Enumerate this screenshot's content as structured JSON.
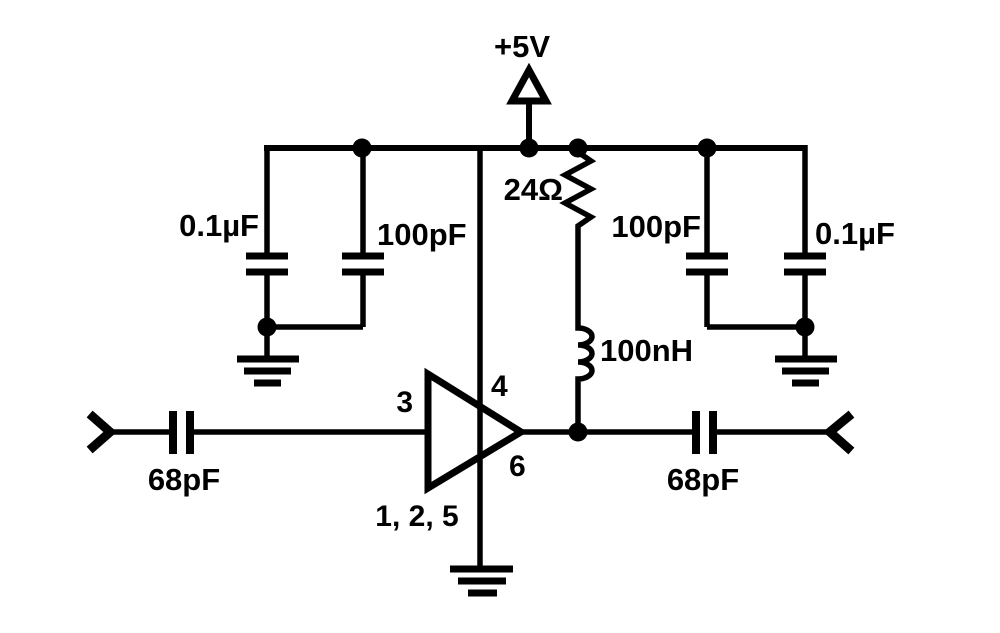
{
  "schematic": {
    "kind": "rf-amplifier-circuit",
    "colors": {
      "ink": "#000000",
      "background": "#ffffff"
    },
    "supply": {
      "label": "+5V"
    },
    "components": {
      "left_bypass_cap": "0.1µF",
      "left_rf_cap": "100pF",
      "series_resistor": "24Ω",
      "rf_choke": "100nH",
      "right_rf_cap": "100pF",
      "right_bypass_cap": "0.1µF",
      "input_coupling_cap": "68pF",
      "output_coupling_cap": "68pF"
    },
    "pins": {
      "input_pin": "3",
      "supply_pin": "4",
      "output_pin": "6",
      "ground_pins": "1, 2, 5"
    }
  }
}
